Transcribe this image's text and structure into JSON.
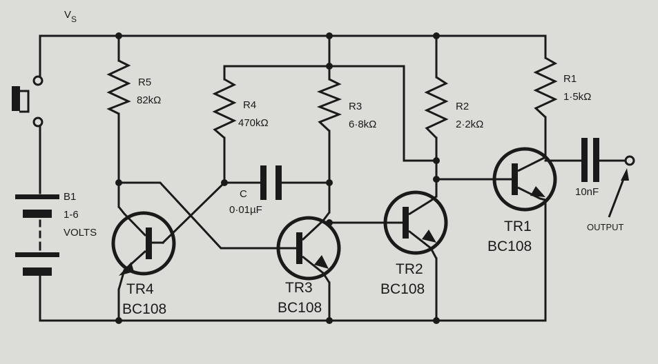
{
  "supply": {
    "label": "V",
    "subscript": "S"
  },
  "battery": {
    "name": "B1",
    "range": "1-6",
    "unit": "VOLTS"
  },
  "resistors": [
    {
      "name": "R5",
      "value": "82kΩ"
    },
    {
      "name": "R4",
      "value": "470kΩ"
    },
    {
      "name": "R3",
      "value": "6·8kΩ"
    },
    {
      "name": "R2",
      "value": "2·2kΩ"
    },
    {
      "name": "R1",
      "value": "1·5kΩ"
    }
  ],
  "capacitors": [
    {
      "name": "C",
      "value": "0·01µF"
    },
    {
      "name": "",
      "value": "10nF"
    }
  ],
  "transistors": [
    {
      "name": "TR4",
      "type": "BC108"
    },
    {
      "name": "TR3",
      "type": "BC108"
    },
    {
      "name": "TR2",
      "type": "BC108"
    },
    {
      "name": "TR1",
      "type": "BC108"
    }
  ],
  "output": {
    "label": "OUTPUT"
  }
}
